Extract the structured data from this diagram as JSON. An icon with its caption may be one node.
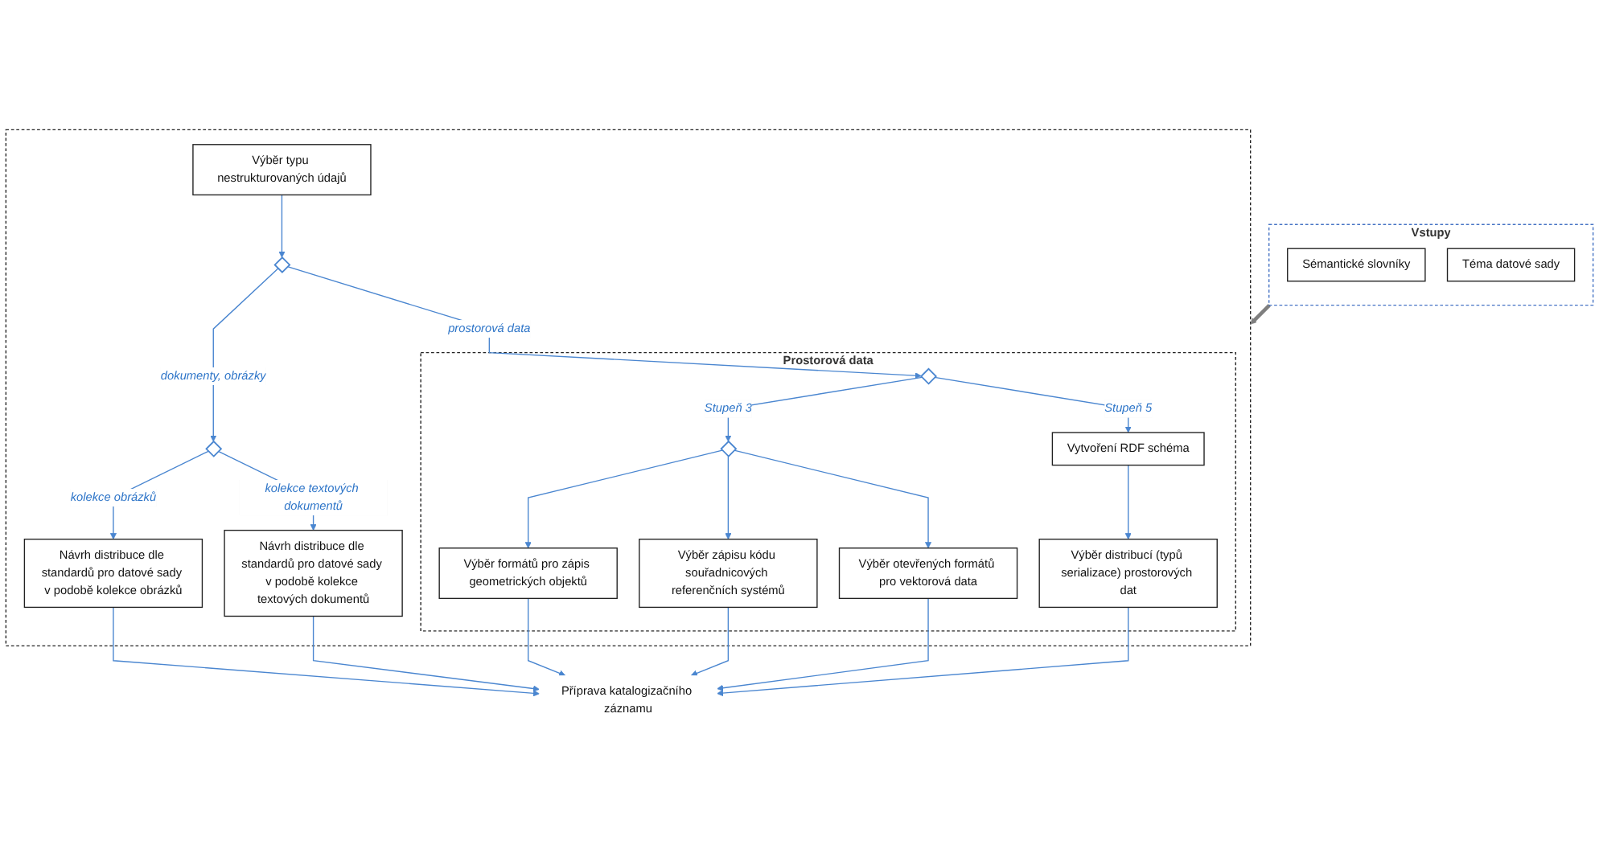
{
  "diagram": {
    "nodes": [
      {
        "text": [
          "Vstupy"
        ]
      },
      {
        "text": [
          "Sémantické slovníky"
        ],
        "in": 0
      },
      {
        "text": [
          "Téma datové sady"
        ],
        "in": 0
      },
      {
        "text": [],
        "shape": "box"
      },
      {
        "text": [
          "Výběr typu nestrukturovaných údajů"
        ],
        "in": 3
      },
      {
        "text": [],
        "shape": "diamond",
        "in": 3
      },
      {
        "text": [],
        "shape": "diamond",
        "in": 3
      },
      {
        "text": [
          "Návrh distribuce dle standardů pro datové sady v podobě kolekce obrázků"
        ],
        "in": 3
      },
      {
        "text": [
          "Návrh distribuce dle standardů pro datové sady v podobě kolekce textových dokumentů"
        ],
        "in": 3
      },
      {
        "text": [
          "Prostorová data"
        ],
        "in": 3
      },
      {
        "text": [],
        "shape": "diamond",
        "in": 9
      },
      {
        "text": [],
        "shape": "diamond",
        "in": 9
      },
      {
        "text": [
          "Výběr formátů pro zápis geometrických objektů"
        ],
        "in": 9
      },
      {
        "text": [
          "Výběr zápisu kódu souřadnicových referenčních systémů"
        ],
        "in": 9
      },
      {
        "text": [
          "Výběr otevřených formátů pro vektorová data"
        ],
        "in": 9
      },
      {
        "text": [
          "Vytvoření RDF schéma"
        ],
        "in": 9
      },
      {
        "text": [
          "Výběr distribucí (typů serializace) prostorových dat"
        ],
        "in": 9
      },
      {
        "text": [
          "Příprava katalogizačního záznamu"
        ]
      }
    ],
    "edges": [
      {
        "from": 0,
        "to": 3,
        "arrow": "to",
        "style": "thick",
        "color": "#7f7f7f"
      },
      {
        "from": 4,
        "to": 5,
        "arrow": "to"
      },
      {
        "from": 5,
        "to": 6,
        "arrow": "to",
        "label": "dokumenty, obrázky"
      },
      {
        "from": 5,
        "to": 10,
        "arrow": "to",
        "label": "prostorová data"
      },
      {
        "from": 6,
        "to": 7,
        "arrow": "to",
        "label": "kolekce obrázků"
      },
      {
        "from": 6,
        "to": 8,
        "arrow": "to",
        "label": "kolekce textových dokumentů"
      },
      {
        "from": 10,
        "to": 11,
        "arrow": "to",
        "label": "Stupeň 3"
      },
      {
        "from": 10,
        "to": 15,
        "arrow": "to",
        "label": "Stupeň 5"
      },
      {
        "from": 11,
        "to": 12,
        "arrow": "to"
      },
      {
        "from": 11,
        "to": 13,
        "arrow": "to"
      },
      {
        "from": 11,
        "to": 14,
        "arrow": "to"
      },
      {
        "from": 15,
        "to": 16,
        "arrow": "to"
      },
      {
        "from": 7,
        "to": 17,
        "arrow": "to"
      },
      {
        "from": 8,
        "to": 17,
        "arrow": "to"
      },
      {
        "from": 12,
        "to": 17,
        "arrow": "to"
      },
      {
        "from": 13,
        "to": 17,
        "arrow": "to"
      },
      {
        "from": 14,
        "to": 17,
        "arrow": "to"
      },
      {
        "from": 16,
        "to": 17,
        "arrow": "to"
      }
    ]
  }
}
